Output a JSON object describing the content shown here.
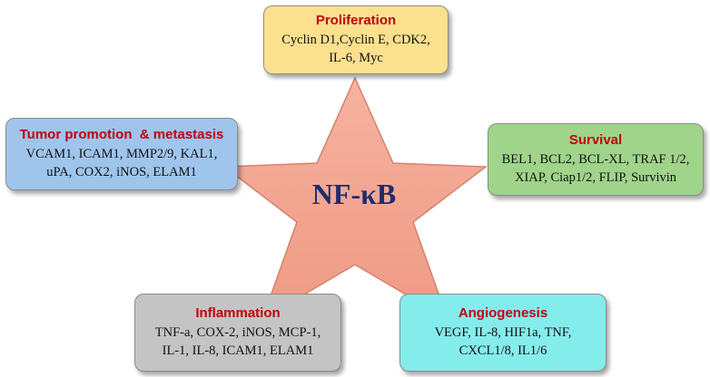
{
  "center": {
    "label": "NF-κB"
  },
  "colors": {
    "star_fill": "#f2a08c",
    "star_stroke": "#d4826e",
    "title_color": "#c0000c",
    "proliferation": "#fbe08e",
    "tumor": "#9fc5ec",
    "survival": "#9fd48a",
    "inflammation": "#c4c4c4",
    "angiogenesis": "#85ecec"
  },
  "boxes": {
    "proliferation": {
      "title": "Proliferation",
      "lines": [
        "Cyclin D1,Cyclin E, CDK2,",
        "IL-6, Myc"
      ]
    },
    "tumor": {
      "title": "Tumor promotion  & metastasis",
      "lines": [
        "VCAM1, ICAM1, MMP2/9, KAL1,",
        "uPA, COX2, iNOS, ELAM1"
      ]
    },
    "survival": {
      "title": "Survival",
      "lines": [
        "BEL1, BCL2, BCL-XL, TRAF 1/2,",
        "XIAP, Ciap1/2, FLIP, Survivin"
      ]
    },
    "inflammation": {
      "title": "Inflammation",
      "lines": [
        "TNF-a, COX-2, iNOS, MCP-1,",
        "IL-1, IL-8, ICAM1, ELAM1"
      ]
    },
    "angiogenesis": {
      "title": "Angiogenesis",
      "lines": [
        "VEGF, IL-8, HIF1a, TNF,",
        "CXCL1/8, IL1/6"
      ]
    }
  }
}
